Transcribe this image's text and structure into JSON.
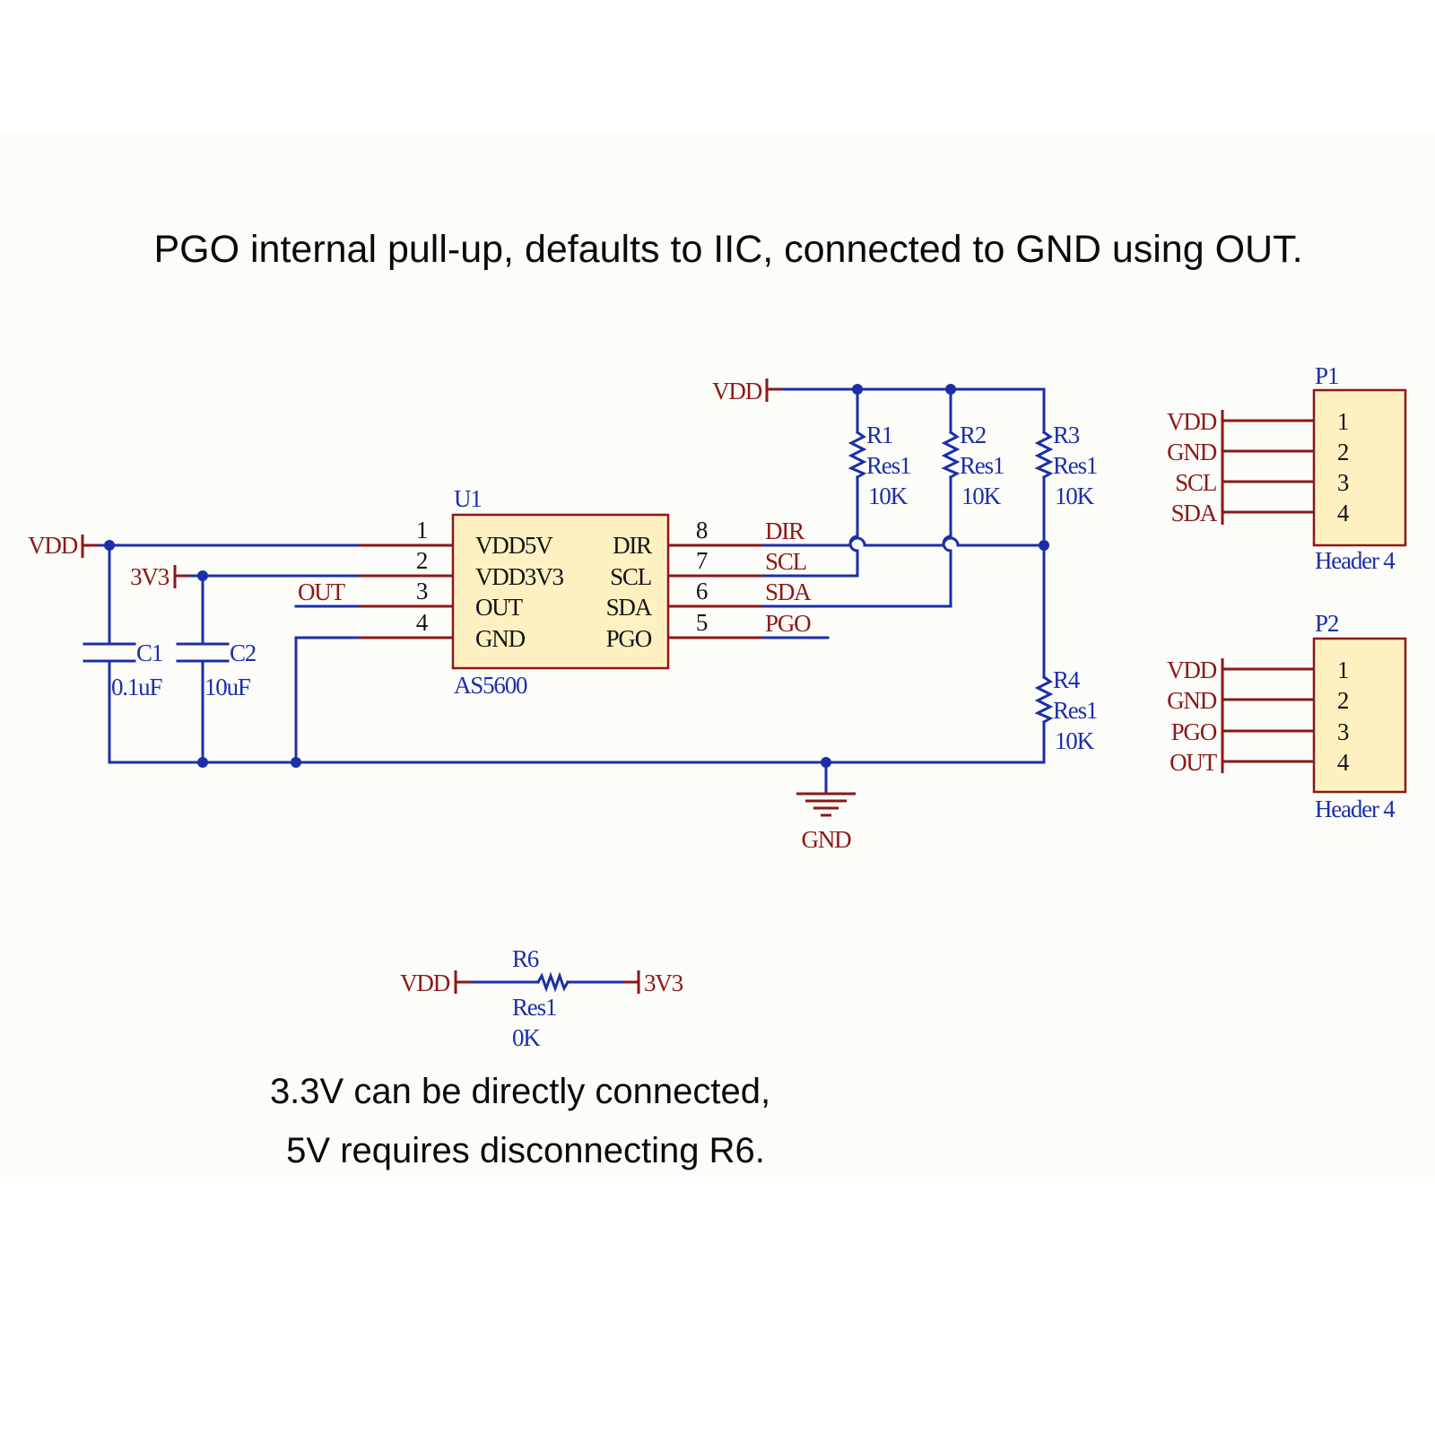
{
  "headline": "PGO internal pull-up, defaults to IIC, connected to GND using OUT.",
  "footnote": [
    "3.3V can be directly connected,",
    "5V requires disconnecting R6."
  ],
  "nets": {
    "vdd": "VDD",
    "v3": "3V3",
    "gnd": "GND",
    "out": "OUT"
  },
  "u1": {
    "designator": "U1",
    "part": "AS5600",
    "left_pins": [
      {
        "num": "1",
        "name": "VDD5V"
      },
      {
        "num": "2",
        "name": "VDD3V3"
      },
      {
        "num": "3",
        "name": "OUT"
      },
      {
        "num": "4",
        "name": "GND"
      }
    ],
    "right_pins": [
      {
        "num": "8",
        "name": "DIR",
        "net": "DIR"
      },
      {
        "num": "7",
        "name": "SCL",
        "net": "SCL"
      },
      {
        "num": "6",
        "name": "SDA",
        "net": "SDA"
      },
      {
        "num": "5",
        "name": "PGO",
        "net": "PGO"
      }
    ]
  },
  "capacitors": [
    {
      "designator": "C1",
      "value": "0.1uF"
    },
    {
      "designator": "C2",
      "value": "10uF"
    }
  ],
  "resistors": [
    {
      "designator": "R1",
      "type": "Res1",
      "value": "10K"
    },
    {
      "designator": "R2",
      "type": "Res1",
      "value": "10K"
    },
    {
      "designator": "R3",
      "type": "Res1",
      "value": "10K"
    },
    {
      "designator": "R4",
      "type": "Res1",
      "value": "10K"
    },
    {
      "designator": "R6",
      "type": "Res1",
      "value": "0K"
    }
  ],
  "headers": [
    {
      "designator": "P1",
      "type": "Header 4",
      "pins": [
        "1",
        "2",
        "3",
        "4"
      ],
      "nets": [
        "VDD",
        "GND",
        "SCL",
        "SDA"
      ]
    },
    {
      "designator": "P2",
      "type": "Header 4",
      "pins": [
        "1",
        "2",
        "3",
        "4"
      ],
      "nets": [
        "VDD",
        "GND",
        "PGO",
        "OUT"
      ]
    }
  ]
}
